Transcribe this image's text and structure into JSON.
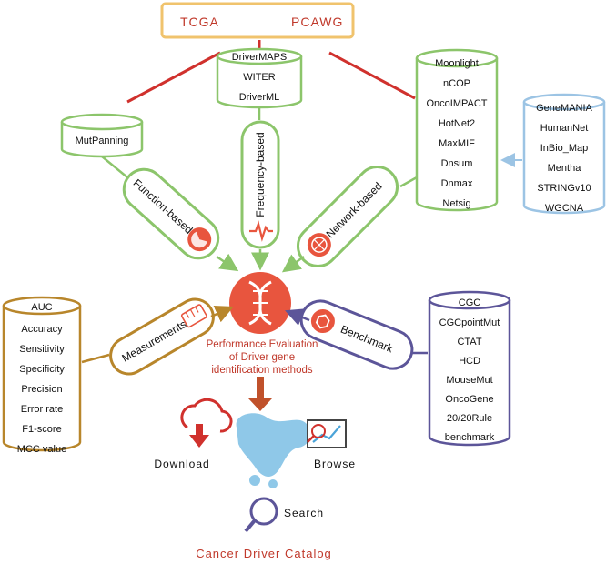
{
  "sources": {
    "left": "TCGA",
    "right": "PCAWG"
  },
  "frequency_db": {
    "items": [
      "DriverMAPS",
      "WITER",
      "DriverML"
    ]
  },
  "function_db": {
    "items": [
      "MutPanning"
    ]
  },
  "network_db": {
    "items": [
      "Moonlight",
      "nCOP",
      "OncoIMPACT",
      "HotNet2",
      "MaxMIF",
      "Dnsum",
      "Dnmax",
      "Netsig"
    ]
  },
  "network_sources": {
    "items": [
      "GeneMANIA",
      "HumanNet",
      "InBio_Map",
      "Mentha",
      "STRINGv10",
      "WGCNA"
    ]
  },
  "measurements_db": {
    "items": [
      "AUC",
      "Accuracy",
      "Sensitivity",
      "Specificity",
      "Precision",
      "Error rate",
      "F1-score",
      "MCC value"
    ]
  },
  "benchmark_db": {
    "items": [
      "CGC",
      "CGCpointMut",
      "CTAT",
      "HCD",
      "MouseMut",
      "OncoGene",
      "20/20Rule",
      "benchmark"
    ]
  },
  "categories": {
    "function": "Function-based",
    "frequency": "Frequency-based",
    "network": "Network-based",
    "measurements": "Measurements",
    "benchmark": "Benchmark"
  },
  "center": {
    "line1": "Performance Evaluation",
    "line2": "of Driver gene",
    "line3": "identification methods"
  },
  "actions": {
    "download": "Download",
    "browse": "Browse",
    "search": "Search"
  },
  "footer": {
    "title": "Cancer Driver Catalog"
  },
  "colors": {
    "source_border": "#f0c36d",
    "red_line": "#d0312d",
    "green": "#8cc56b",
    "blue": "#9cc4e4",
    "brown": "#b8862b",
    "purple": "#5c5599",
    "accent": "#e8553e",
    "title_red": "#c0392b"
  }
}
